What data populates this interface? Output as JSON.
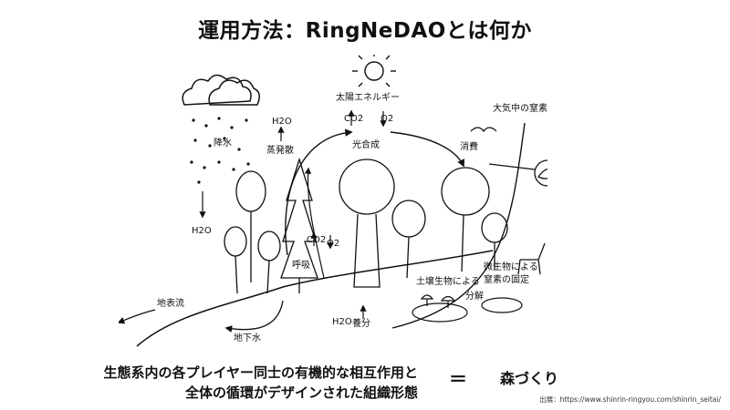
{
  "header": {
    "title": "運用方法：RingNeDAOとは何か"
  },
  "diagram": {
    "labels": {
      "sun": "太陽エネルギー",
      "co2_top": "CO2",
      "o2_top": "O2",
      "photosynthesis": "光合成",
      "h2o_evap": "H2O",
      "evaporation": "蒸発散",
      "rain": "降水",
      "h2o_rain": "H2O",
      "consumption": "消費",
      "atmos_nitrogen": "大気中の窒素",
      "co2_mid": "CO2",
      "o2_mid": "O2",
      "respiration": "呼吸",
      "surface_flow": "地表流",
      "groundwater": "地下水",
      "h2o_bottom": "H2O",
      "nutrients": "養分",
      "soil_organisms": "土壌生物による",
      "decomposition": "分解",
      "microbe_line1": "微生物による",
      "microbe_line2": "窒素の固定"
    }
  },
  "caption": {
    "line1": "生態系内の各プレイヤー同士の有機的な相互作用と",
    "line2": "全体の循環がデザインされた組織形態",
    "equals": "＝",
    "forest": "森づくり"
  },
  "source": {
    "text": "出展：https://www.shinrin-ringyou.com/shinrin_seitai/"
  }
}
